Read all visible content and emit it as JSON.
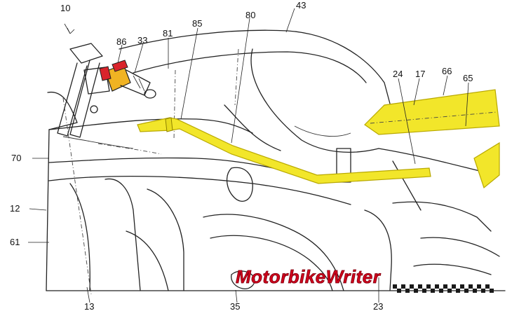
{
  "figure": {
    "reference_numerals": [
      {
        "id": "n10",
        "text": "10"
      },
      {
        "id": "n86",
        "text": "86"
      },
      {
        "id": "n33",
        "text": "33"
      },
      {
        "id": "n81",
        "text": "81"
      },
      {
        "id": "n85",
        "text": "85"
      },
      {
        "id": "n80",
        "text": "80"
      },
      {
        "id": "n43",
        "text": "43"
      },
      {
        "id": "n24",
        "text": "24"
      },
      {
        "id": "n17",
        "text": "17"
      },
      {
        "id": "n66",
        "text": "66"
      },
      {
        "id": "n65",
        "text": "65"
      },
      {
        "id": "n70",
        "text": "70"
      },
      {
        "id": "n12",
        "text": "12"
      },
      {
        "id": "n61",
        "text": "61"
      },
      {
        "id": "n13",
        "text": "13"
      },
      {
        "id": "n35",
        "text": "35"
      },
      {
        "id": "n23",
        "text": "23"
      }
    ]
  },
  "watermark": {
    "text": "MotorbikeWriter",
    "colors": {
      "fill": "#d0021b",
      "outline": "#7a0010",
      "flag_dark": "#1a1a1a"
    }
  },
  "colors": {
    "highlight_yellow": "#f2e62a",
    "highlight_stroke": "#b8a800",
    "switch_red": "#d9242b",
    "switch_orange": "#f0b323",
    "line": "#222222"
  }
}
